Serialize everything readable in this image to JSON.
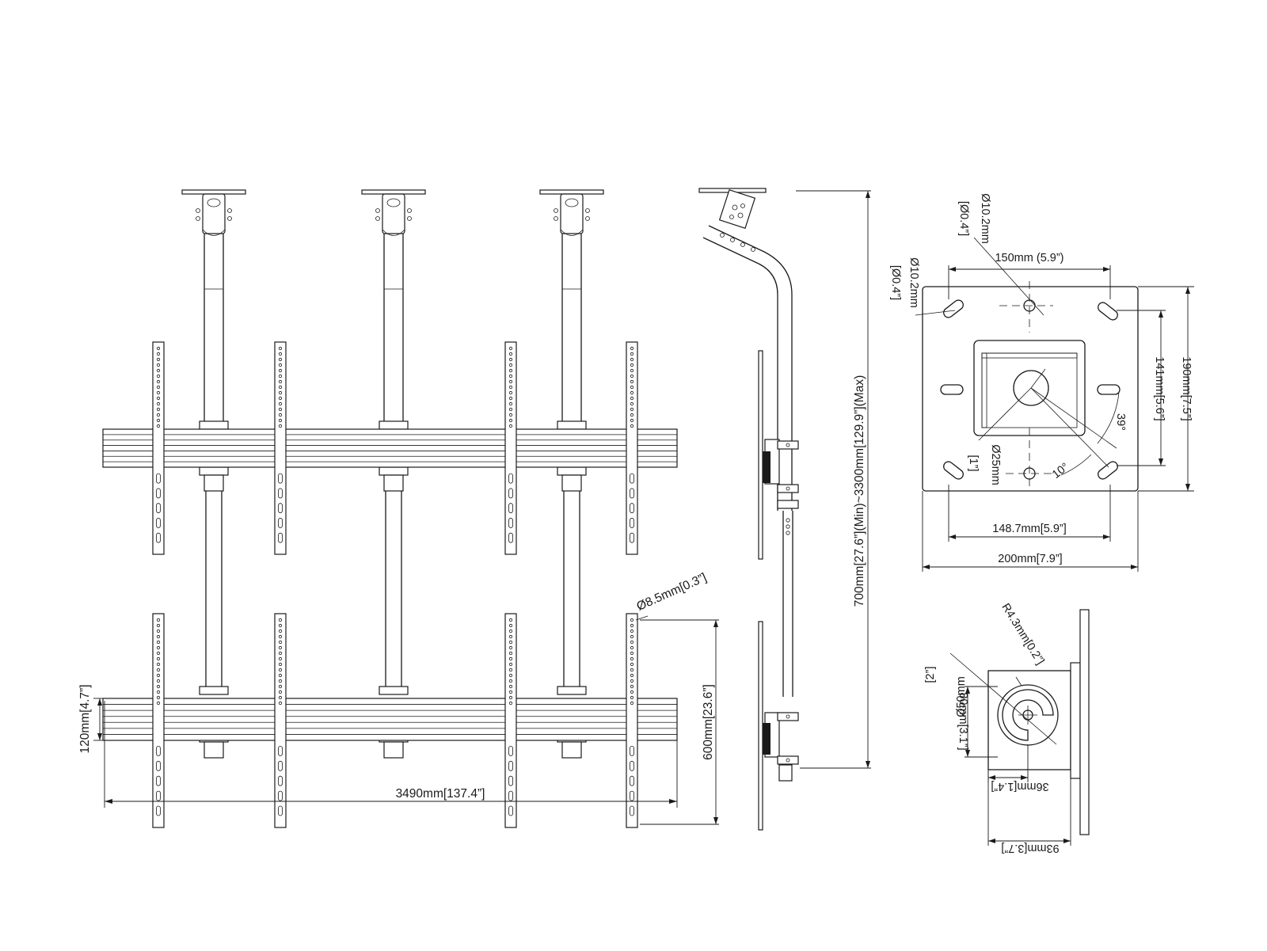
{
  "front_view": {
    "width_label": "3490mm[137.4”]",
    "rail_height_label": "120mm[4.7”]",
    "hole_label": "Ø8.5mm[0.3”]",
    "bracket_span_label": "600mm[23.6”]"
  },
  "side_view": {
    "height_label": "700mm[27.6”](Min)~3300mm[129.9”](Max)"
  },
  "ceiling_plate": {
    "hole_label_a": "Ø10.2mm",
    "hole_label_a_in": "[Ø0.4”]",
    "hole_label_b": "Ø10.2mm",
    "hole_label_b_in": "[Ø0.4”]",
    "hole_spacing_label": "150mm (5.9”)",
    "height_label": "190mm[7.5”]",
    "inner_height_label": "141mm[5.6”]",
    "angle_39_label": "39°",
    "angle_10_label": "10°",
    "center_hole_label": "Ø25mm",
    "center_hole_in_label": "[1”]",
    "inner_width_label": "148.7mm[5.9”]",
    "width_label": "200mm[7.9”]"
  },
  "clamp_plate": {
    "radius_label": "R4.3mm[0.2”]",
    "diameter_label": "Ø50mm",
    "diameter_in_label": "[2”]",
    "height_label": "80mm[3.1”]",
    "offset_label": "36mm[1.4”]",
    "width_label": "93mm[3.7”]"
  }
}
